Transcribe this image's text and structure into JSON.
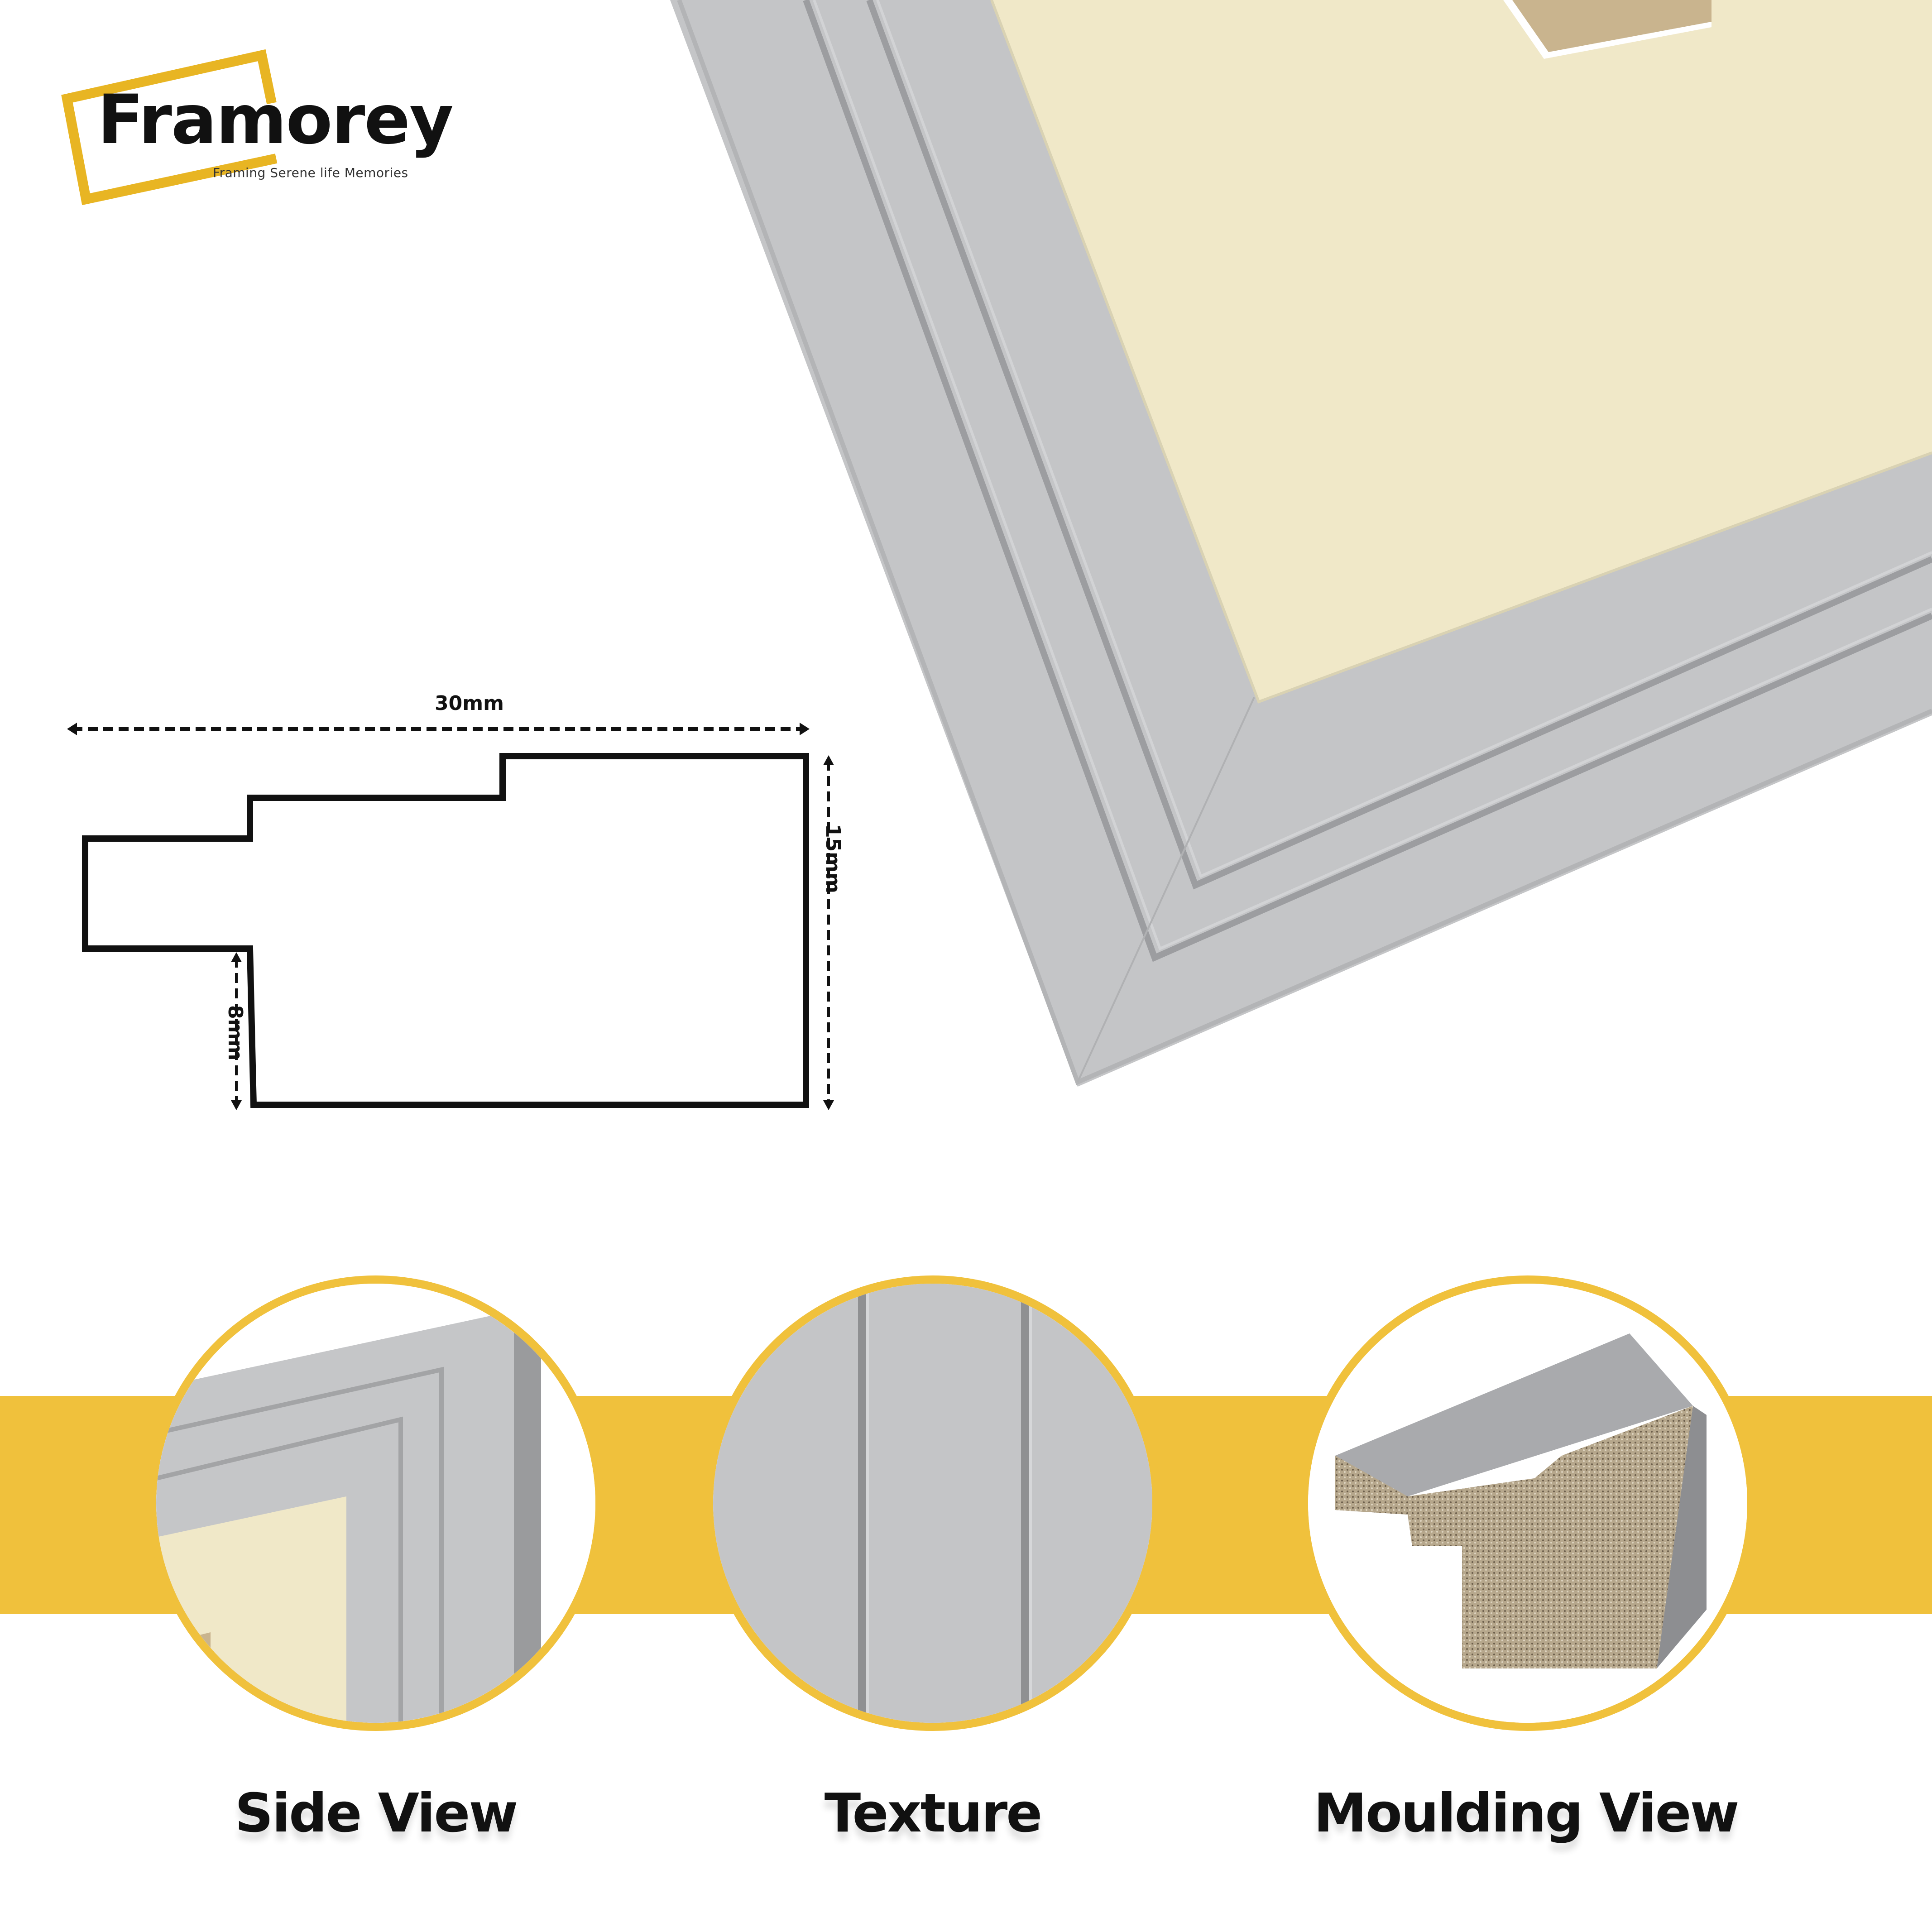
{
  "brand": {
    "name": "Framorey",
    "tagline": "Framing Serene life Memories",
    "accent_color": "#f0c13c",
    "logo_frame_color": "#e8b523"
  },
  "hero": {
    "image": "grey-frame-corner-with-cream-mount",
    "frame_color": "#c3c4c6",
    "mount_color": "#f0e8c8"
  },
  "profile_diagram": {
    "width_label": "30mm",
    "height_label": "15mm",
    "rebate_label": "8mm"
  },
  "features": [
    {
      "label": "Side View",
      "image": "frame-corner-side-view"
    },
    {
      "label": "Texture",
      "image": "frame-surface-texture"
    },
    {
      "label": "Moulding View",
      "image": "moulding-cross-section"
    }
  ]
}
